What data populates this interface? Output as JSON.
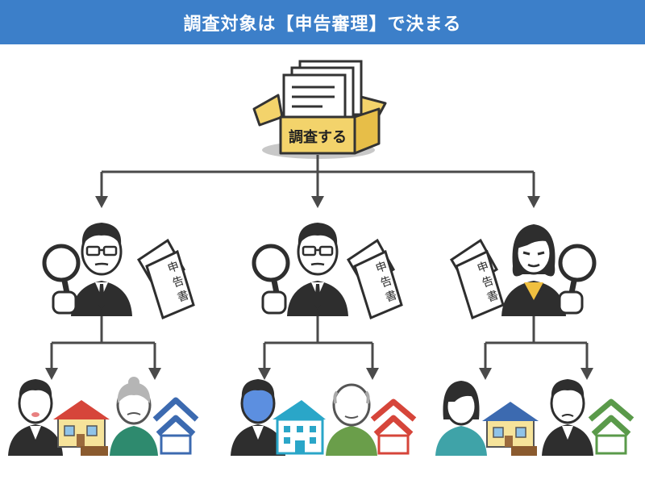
{
  "header": {
    "title": "調査対象は【申告審理】で決まる"
  },
  "box": {
    "label": "調査する"
  },
  "inspectors": [
    {
      "doc_lines": [
        "申",
        "告",
        "書"
      ]
    },
    {
      "doc_lines": [
        "申",
        "告",
        "書"
      ]
    },
    {
      "doc_lines": [
        "申",
        "告",
        "書"
      ]
    }
  ],
  "colors": {
    "header_bg": "#3c7fc9",
    "line": "#4a4a4a",
    "box_label_bg": "#f3d36b",
    "suit": "#2e2e2e"
  }
}
